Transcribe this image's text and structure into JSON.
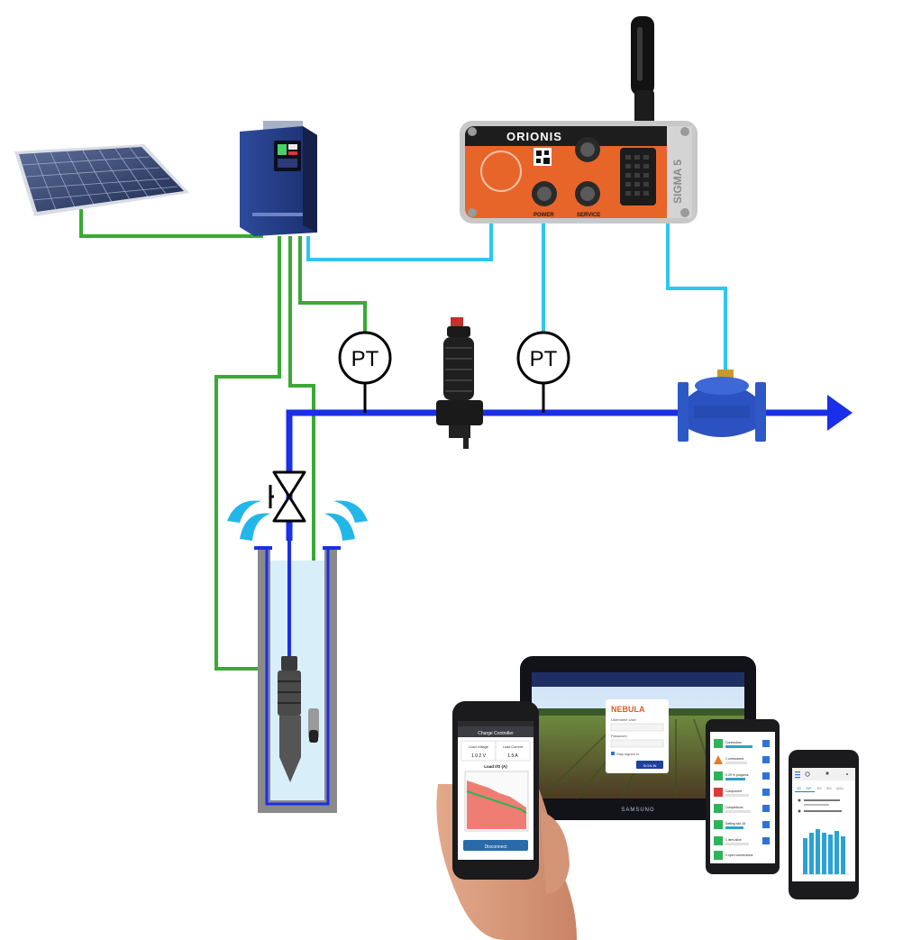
{
  "diagram": {
    "gauges": [
      {
        "id": "pt1",
        "label": "PT"
      },
      {
        "id": "pt2",
        "label": "PT"
      }
    ],
    "controller": {
      "brand": "ORIONIS",
      "model": "SIGMA 5",
      "ports": [
        "POWER",
        "SERVICE"
      ]
    },
    "tablet": {
      "brand_label": "SAMSUNG",
      "login": {
        "title": "NEBULA",
        "username_label": "Username User",
        "password_label": "Password",
        "remember_label": "Stay signed in",
        "signin_button": "SIGN IN"
      }
    },
    "phone_left": {
      "header": "Charge Controller",
      "cols": [
        {
          "label": "Load voltage",
          "value": "1.0.2 V"
        },
        {
          "label": "Load Current",
          "value": "1.5 A"
        }
      ],
      "chart_title": "Load I/O (A)",
      "button": "Disconnect"
    },
    "phone_mid": {
      "rows": [
        {
          "status": "ok",
          "title": "Connection"
        },
        {
          "status": "warn",
          "title": "1 unresolved"
        },
        {
          "status": "ok",
          "title": "0.39 % progress"
        },
        {
          "status": "err",
          "title": "Component"
        },
        {
          "status": "ok",
          "title": "Completions"
        },
        {
          "status": "ok",
          "title": "Setting slot 16"
        },
        {
          "status": "ok",
          "title": "1 item alive"
        },
        {
          "status": "ok",
          "title": "0 open connections"
        }
      ]
    },
    "phone_right": {
      "tabs": [
        "1D",
        "1W",
        "1M",
        "3M",
        "6Mo"
      ]
    },
    "colors": {
      "pipe": "#1a2fe8",
      "power_wire": "#3aa935",
      "signal_wire": "#2ec6ef",
      "well": "#8a8a8a",
      "water": "#d8eef9",
      "controller_orange": "#e8652a"
    }
  }
}
